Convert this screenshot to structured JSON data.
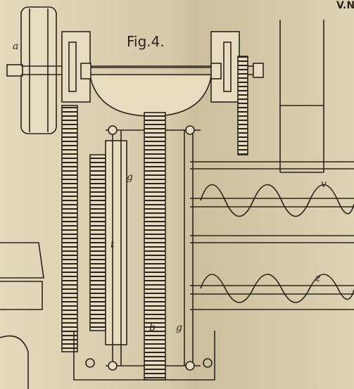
{
  "figure": {
    "title": "Fig.4.",
    "corner_text": "V.N",
    "labels": {
      "a": "a",
      "g_top": "g",
      "g_bottom": "g",
      "t": "t",
      "b": "b",
      "v": "v",
      "z": "z"
    }
  },
  "colors": {
    "paper": "#d9cfb0",
    "paper_light": "#e6dcc0",
    "ink": "#2a241c"
  }
}
